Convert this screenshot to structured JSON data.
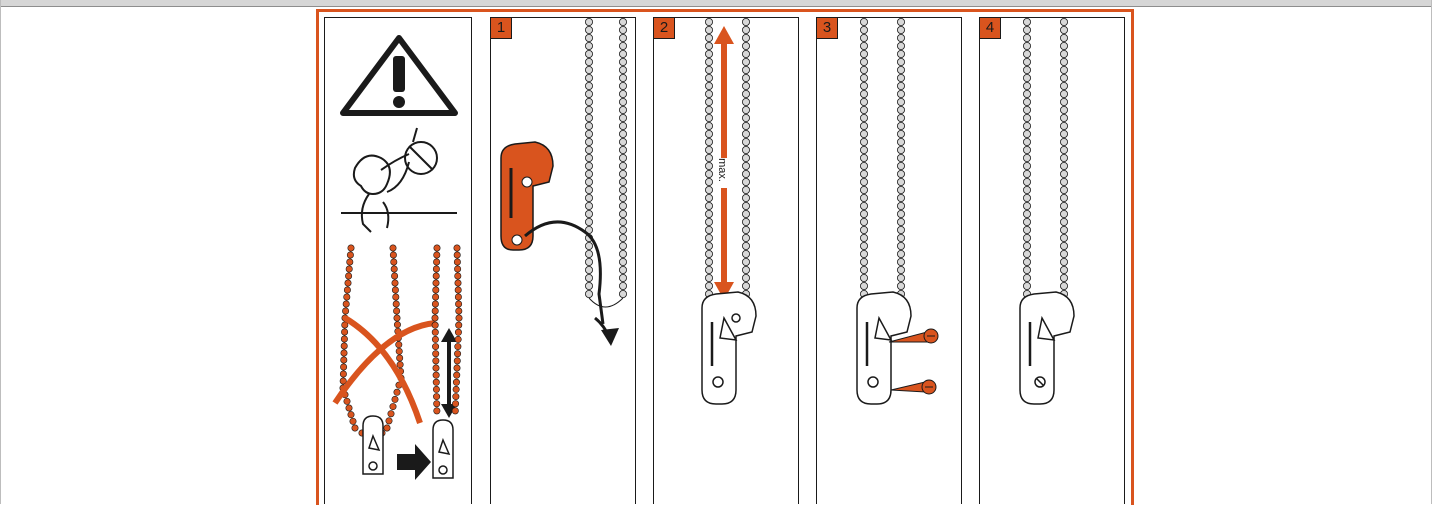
{
  "colors": {
    "accent": "#d9541e",
    "line": "#1a1a1a",
    "chain_bead": "#d8d8d8"
  },
  "warning_panel": {
    "icons": [
      "warning-triangle-icon",
      "child-strangulation-hazard-icon",
      "crossed-out-loose-chain-icon",
      "arrow-right-icon",
      "double-arrow-vertical-icon"
    ]
  },
  "steps": [
    {
      "number": "1",
      "icon": "chain-into-clip-icon"
    },
    {
      "number": "2",
      "icon": "max-tension-arrow-icon",
      "label": "max."
    },
    {
      "number": "3",
      "icon": "screws-icon"
    },
    {
      "number": "4",
      "icon": "mounted-clip-icon"
    }
  ]
}
